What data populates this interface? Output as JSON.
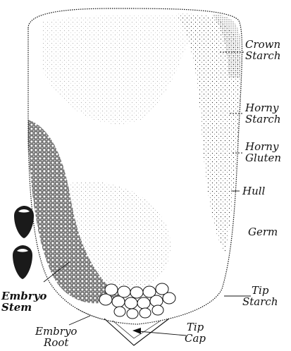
{
  "labels": {
    "crown_starch": [
      "Crown",
      "Starch"
    ],
    "horny_starch": [
      "Horny",
      "Starch"
    ],
    "horny_gluten": [
      "Horny",
      "Gluten"
    ],
    "hull": "Hull",
    "germ": "Germ",
    "tip_starch": [
      "Tip",
      "Starch"
    ],
    "tip_cap": [
      "Tip",
      "Cap"
    ],
    "embryo_stem": [
      "Embryo",
      "Stem"
    ],
    "embryo_root": [
      "Embryo",
      "Root"
    ]
  },
  "colors": {
    "ink": "#111111",
    "kernel_fill": "#ffffff",
    "seed_mark": "#1a1a1a"
  }
}
